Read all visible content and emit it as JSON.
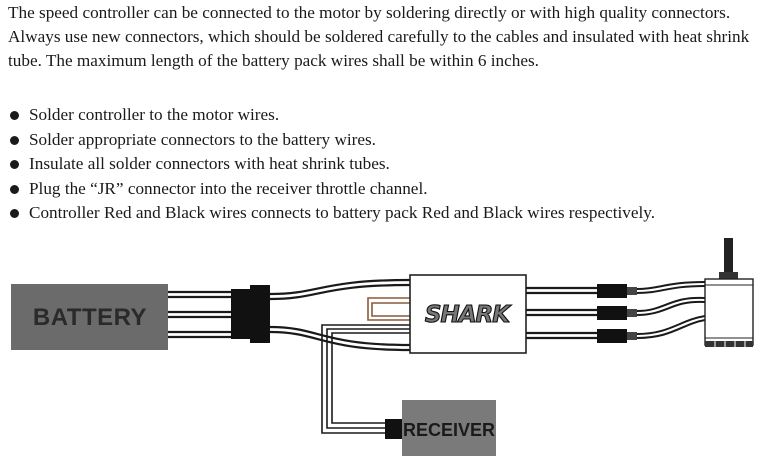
{
  "paragraph": "The speed controller can be connected to the motor by soldering directly or with high quality connectors. Always use new connectors, which should be soldered carefully to the cables and insulated with heat shrink tube. The maximum length of the battery pack wires shall be within 6 inches.",
  "steps": [
    "Solder controller to the motor wires.",
    "Solder appropriate connectors to the battery wires.",
    "Insulate all solder connectors with heat shrink tubes.",
    "Plug the “JR” connector into the receiver throttle channel.",
    "Controller Red and Black wires connects to battery pack Red and Black wires respectively."
  ],
  "diagram": {
    "battery_label": "BATTERY",
    "controller_brand": "SHARK",
    "receiver_label": "RECEIVER"
  },
  "colors": {
    "text": "#1a1a1a",
    "battery_fill": "#6b6b6b",
    "receiver_fill": "#7a7a7a",
    "wire": "#1a1a1a",
    "signal_wire_brown": "#8a5a3c"
  }
}
